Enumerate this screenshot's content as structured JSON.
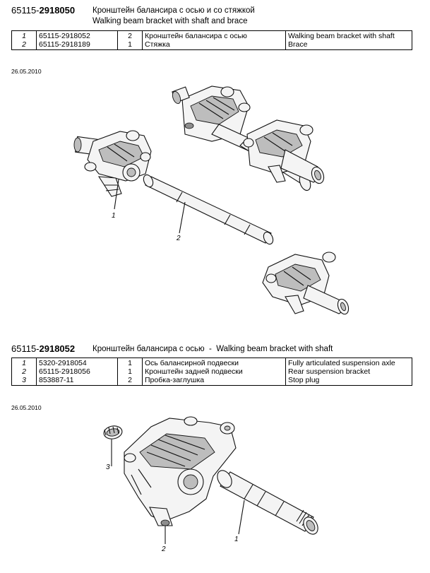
{
  "section1": {
    "code_prefix": "65115-",
    "code_bold": "2918050",
    "title_ru": "Кронштейн балансира с осью и со стяжкой",
    "title_en": "Walking beam bracket with shaft and brace",
    "rows": [
      {
        "pos": "1",
        "number": "65115-2918052",
        "qty": "2",
        "name_ru": "Кронштейн балансира с осью",
        "name_en": "Walking beam bracket with shaft"
      },
      {
        "pos": "2",
        "number": "65115-2918189",
        "qty": "1",
        "name_ru": "Стяжка",
        "name_en": "Brace"
      }
    ],
    "date": "26.05.2010",
    "callouts": [
      "1",
      "2"
    ]
  },
  "section2": {
    "code_prefix": "65115-",
    "code_bold": "2918052",
    "title": "Кронштейн балансира с осью  -  Walking beam bracket with shaft",
    "rows": [
      {
        "pos": "1",
        "number": "5320-2918054",
        "qty": "1",
        "name_ru": "Ось балансирной подвески",
        "name_en": "Fully articulated suspension axle"
      },
      {
        "pos": "2",
        "number": "65115-2918056",
        "qty": "1",
        "name_ru": "Кронштейн задней подвески",
        "name_en": "Rear suspension bracket"
      },
      {
        "pos": "3",
        "number": "853887-11",
        "qty": "2",
        "name_ru": "Пробка-заглушка",
        "name_en": "Stop plug"
      }
    ],
    "date": "26.05.2010",
    "callouts": [
      "3",
      "2",
      "1"
    ]
  }
}
